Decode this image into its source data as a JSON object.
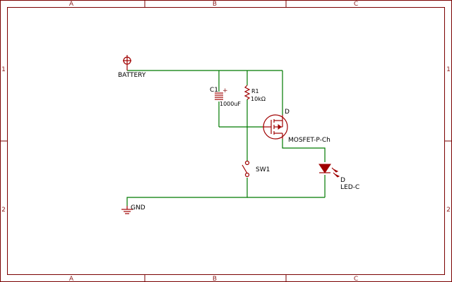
{
  "frame": {
    "columns": [
      "A",
      "B",
      "C"
    ],
    "rows": [
      "1",
      "2"
    ]
  },
  "labels": {
    "battery": "BATTERY",
    "gnd": "GND"
  },
  "components": {
    "c1": {
      "ref": "C1",
      "value": "1000uF",
      "polarity": "+"
    },
    "r1": {
      "ref": "R1",
      "value": "10kΩ"
    },
    "mosfet": {
      "ref": "D",
      "value": "MOSFET-P-Ch"
    },
    "sw1": {
      "ref": "SW1"
    },
    "led": {
      "ref": "D",
      "value": "LED-C"
    }
  },
  "colors": {
    "frame": "#7a0000",
    "wire": "#007a00",
    "component": "#a00000",
    "text": "#000000"
  }
}
